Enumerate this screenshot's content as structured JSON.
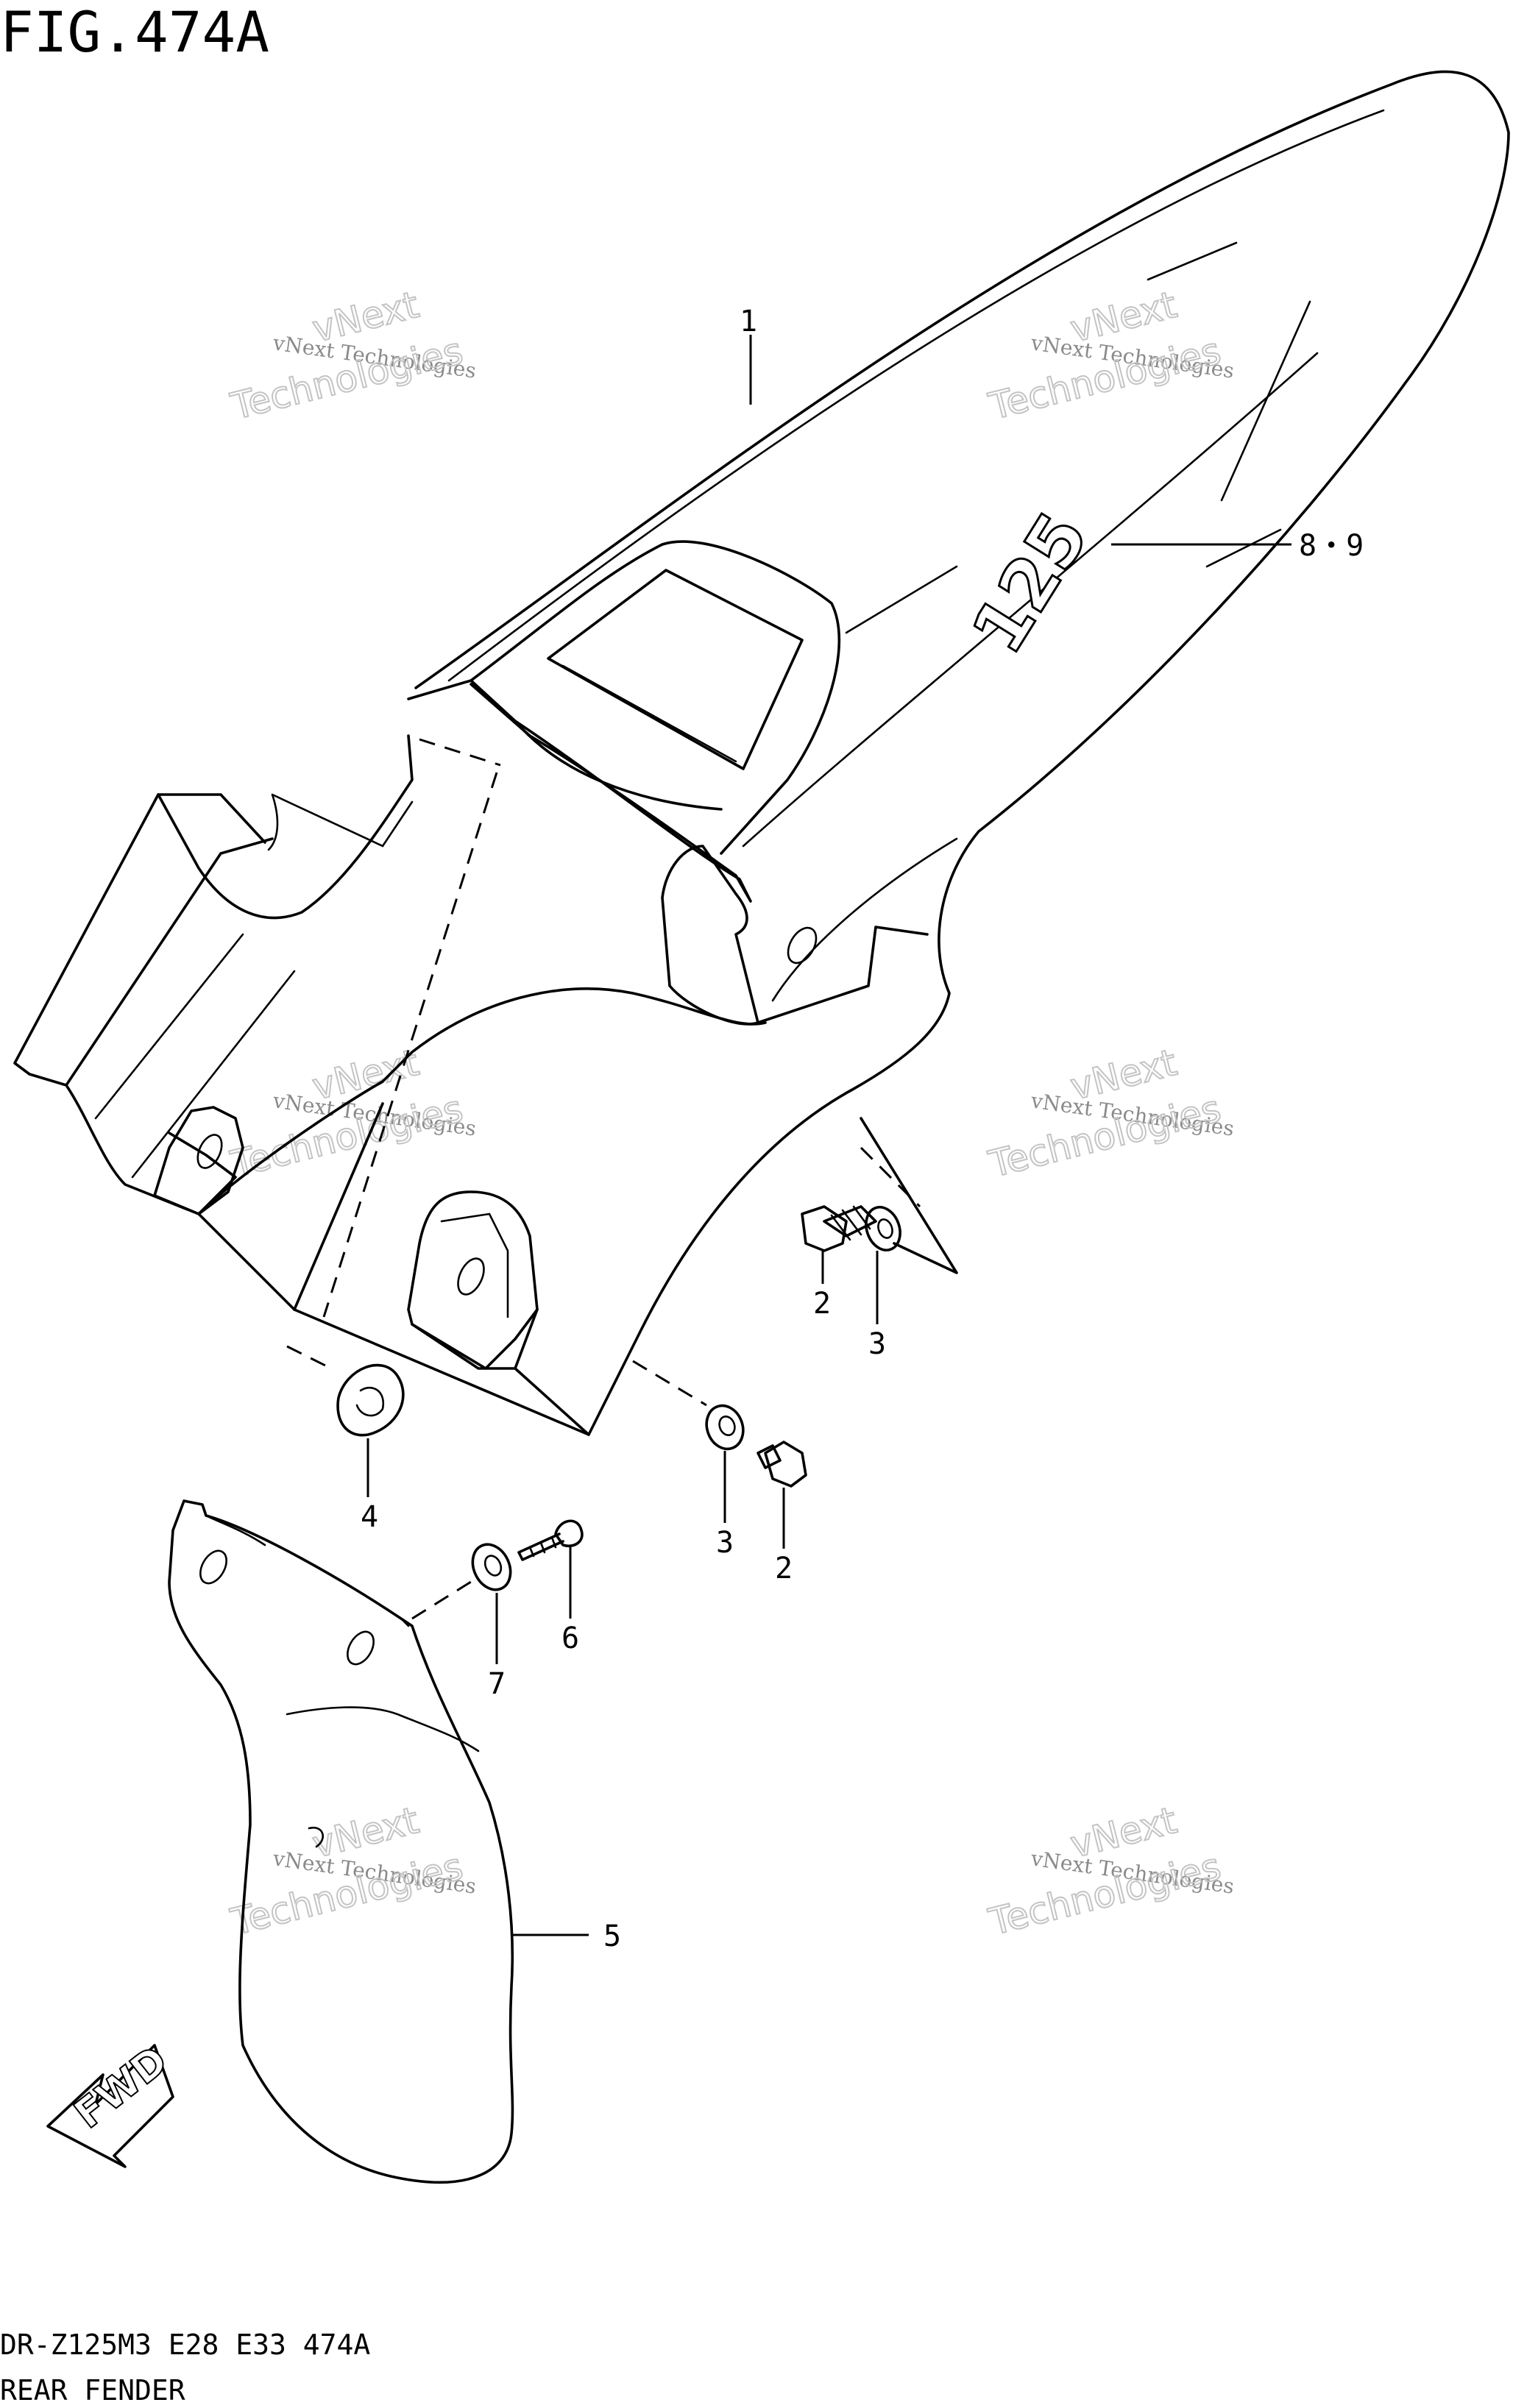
{
  "figure": {
    "title": "FIG.474A",
    "model_line": "DR-Z125M3 E28 E33 474A",
    "section_name": "REAR FENDER"
  },
  "callouts": [
    {
      "id": "c1",
      "label": "1"
    },
    {
      "id": "c89",
      "label": "8・9"
    },
    {
      "id": "c2a",
      "label": "2"
    },
    {
      "id": "c3a",
      "label": "3"
    },
    {
      "id": "c4",
      "label": "4"
    },
    {
      "id": "c3b",
      "label": "3"
    },
    {
      "id": "c2b",
      "label": "2"
    },
    {
      "id": "c6",
      "label": "6"
    },
    {
      "id": "c7",
      "label": "7"
    },
    {
      "id": "c5",
      "label": "5"
    }
  ],
  "direction_arrow": {
    "label": "FWD",
    "icon": "fwd-arrow-icon"
  },
  "decal_text": "125",
  "watermark": {
    "line1": "vNext Technologies",
    "line2": "vNext",
    "line3": "Technologies"
  },
  "colors": {
    "ink": "#000000",
    "paper": "#ffffff",
    "watermark": "#8a8a8a"
  }
}
